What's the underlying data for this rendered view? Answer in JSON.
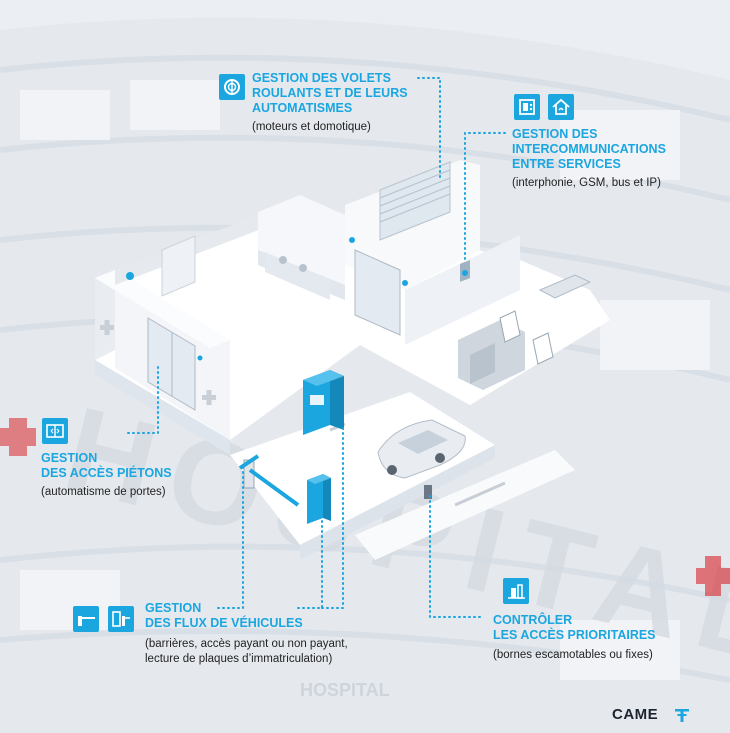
{
  "callouts": {
    "volets": {
      "title": "GESTION DES VOLETS\nROULANTS ET DE LEURS\nAUTOMATISMES",
      "subtitle": "(moteurs et domotique)",
      "icons": [
        "shutter-motor-icon"
      ]
    },
    "intercom": {
      "title": "GESTION DES\nINTERCOMMUNICATIONS\nENTRE SERVICES",
      "subtitle": "(interphonie, GSM, bus et IP)",
      "icons": [
        "intercom-panel-icon",
        "smart-home-icon"
      ]
    },
    "pietons": {
      "title": "GESTION\nDES ACCÈS PIÉTONS",
      "subtitle": "(automatisme de portes)",
      "icons": [
        "sliding-door-icon"
      ]
    },
    "vehicules": {
      "title": "GESTION\nDES FLUX DE VÉHICULES",
      "subtitle": "(barrières, accès payant ou non payant,\nlecture de plaques d’immatriculation)",
      "icons": [
        "barrier-icon",
        "parking-pay-station-icon"
      ]
    },
    "prioritaires": {
      "title": "CONTRÔLER\nLES ACCÈS PRIORITAIRES",
      "subtitle": "(bornes escamotables ou fixes)",
      "icons": [
        "bollard-icon"
      ]
    }
  },
  "background_sign_text": "HOSPITAL",
  "background_entrance_text": "HOSPITAL",
  "brand": {
    "name": "CAME",
    "logo_icon": "came-logo-icon"
  },
  "colors": {
    "accent": "#1ba6e0",
    "text": "#222222",
    "brand": "#1d2530",
    "cross": "#d9262b"
  }
}
